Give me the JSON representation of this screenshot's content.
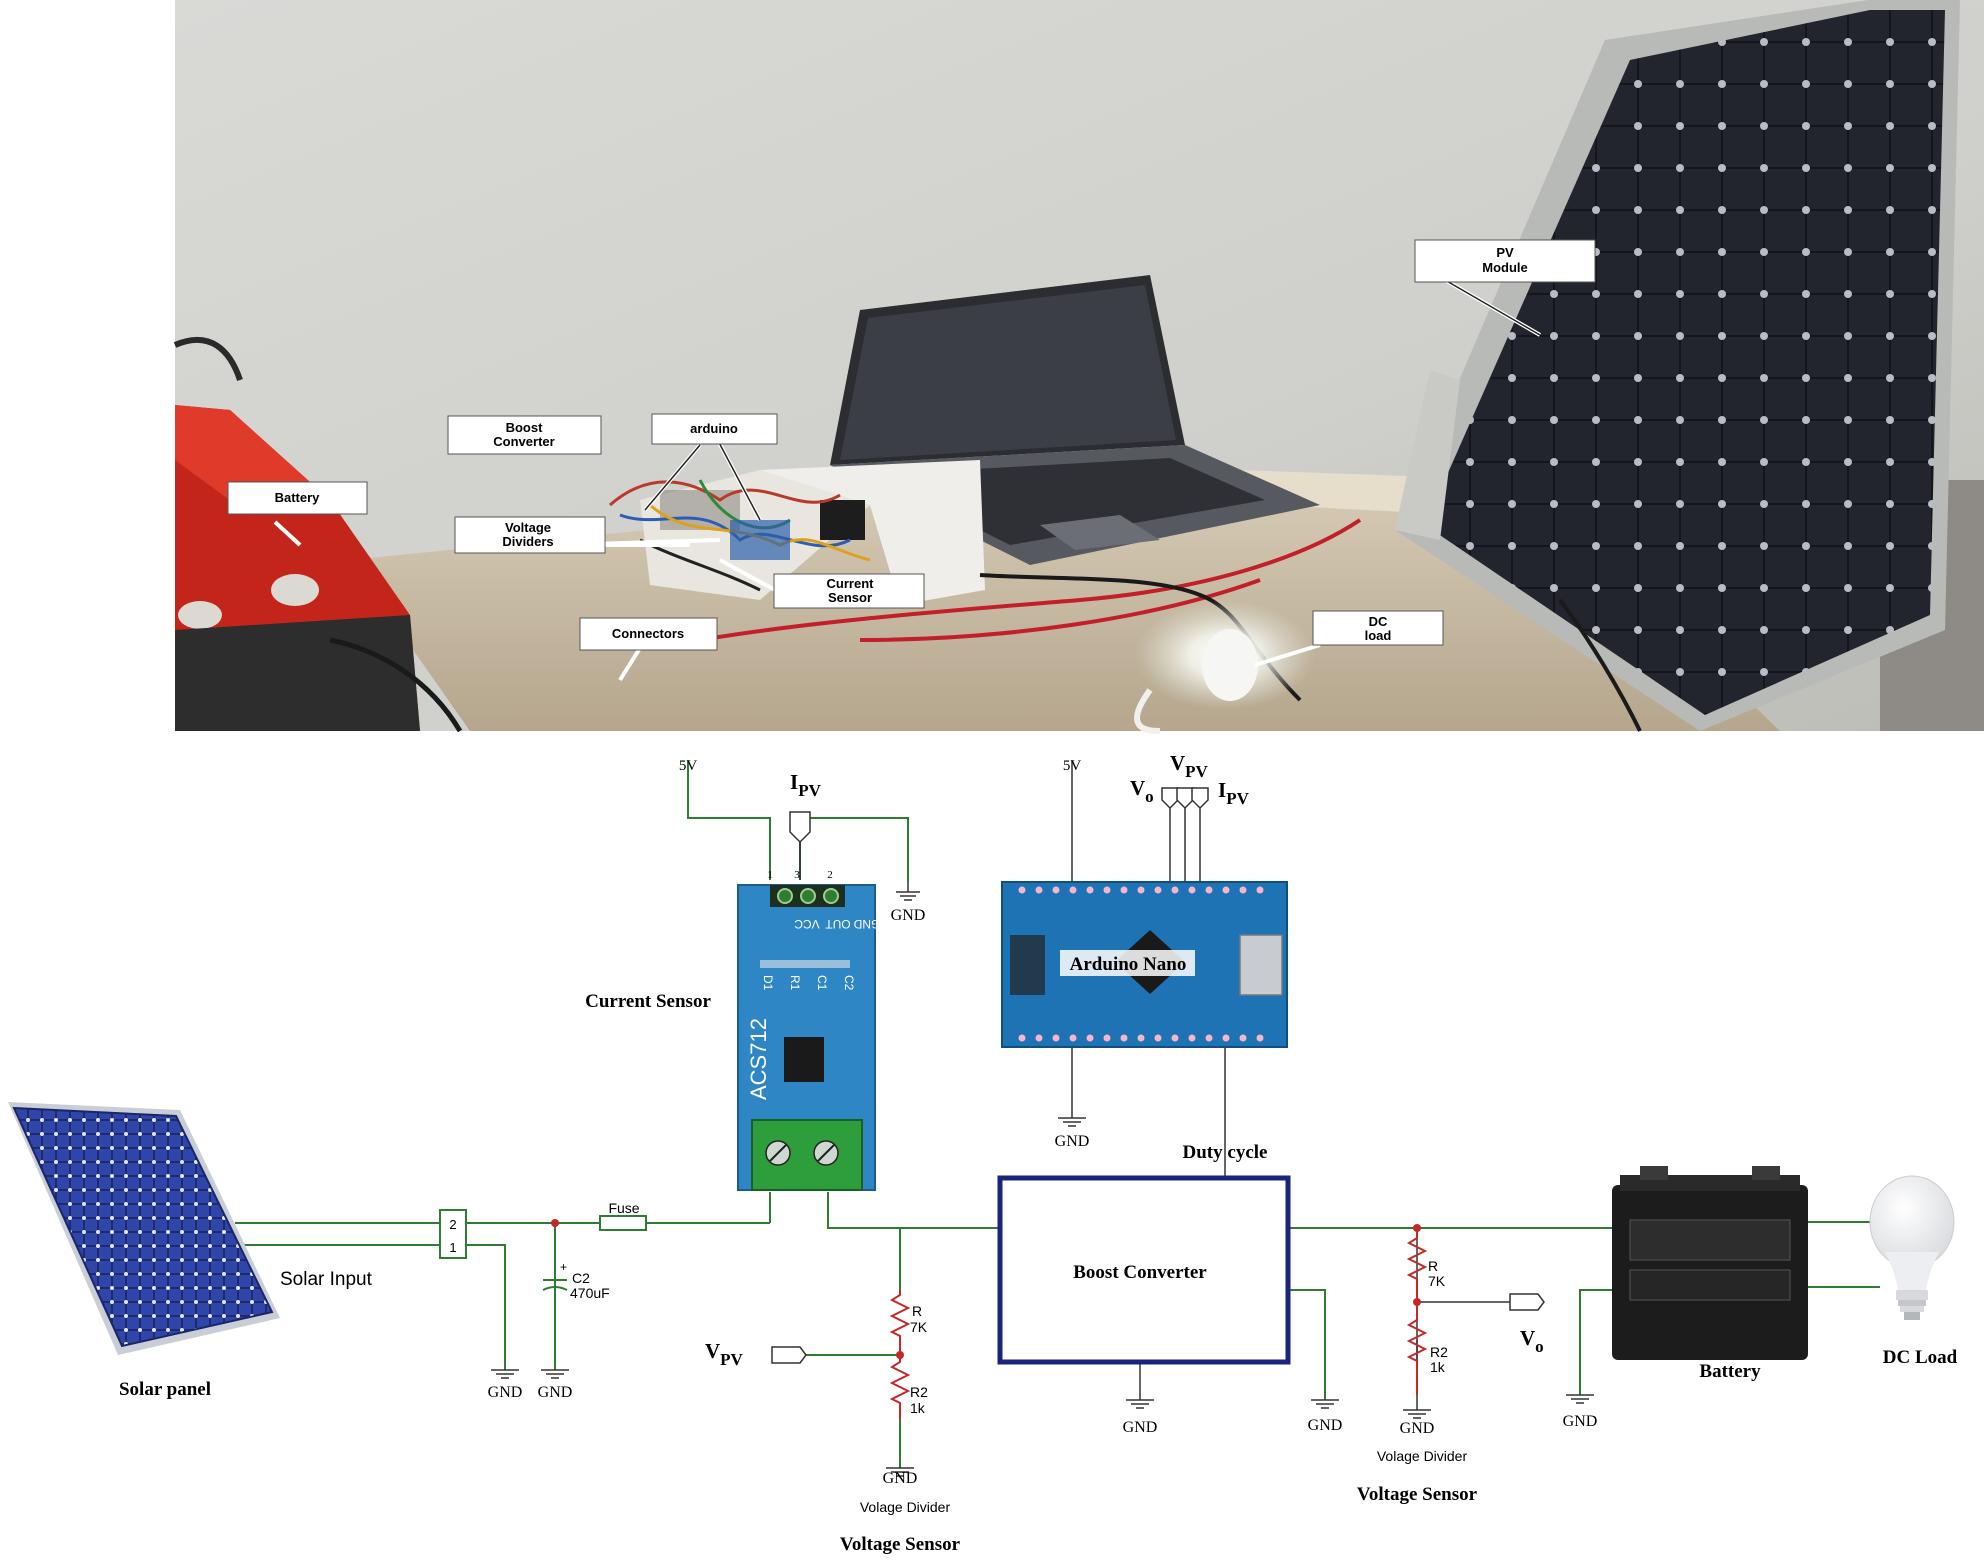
{
  "photo": {
    "callouts": {
      "pv_module": [
        "PV",
        "Module"
      ],
      "boost_converter": [
        "Boost",
        "Converter"
      ],
      "arduino": "arduino",
      "battery": "Battery",
      "voltage_dividers": [
        "Voltage",
        "Dividers"
      ],
      "current_sensor": [
        "Current",
        "Sensor"
      ],
      "connectors": "Connectors",
      "dc_load": [
        "DC",
        "load"
      ]
    }
  },
  "schematic": {
    "supply_5v": "5V",
    "gnd": "GND",
    "i_pv": {
      "main": "I",
      "sub": "PV"
    },
    "v_pv": {
      "main": "V",
      "sub": "PV"
    },
    "v_o": {
      "main": "V",
      "sub": "o"
    },
    "current_sensor_label": "Current Sensor",
    "acs712": "ACS712",
    "acs712_pins": [
      "GND",
      "OUT",
      "VCC"
    ],
    "acs712_pin_numbers": [
      "1",
      "3",
      "2"
    ],
    "acs712_parts": [
      "D1",
      "R1",
      "C1",
      "C2"
    ],
    "arduino_label": "Arduino Nano",
    "duty_cycle": "Duty cycle",
    "boost_converter": "Boost Converter",
    "fuse": "Fuse",
    "connector_pins": [
      "2",
      "1"
    ],
    "solar_input": "Solar Input",
    "solar_panel": "Solar panel",
    "capacitor": {
      "name": "C2",
      "value": "470uF",
      "polarity": "+"
    },
    "resistor_r": {
      "name": "R",
      "value": "7K"
    },
    "resistor_r2": {
      "name": "R2",
      "value": "1k"
    },
    "voltage_divider": "Volage Divider",
    "voltage_sensor": "Voltage Sensor",
    "battery": "Battery",
    "dc_load": "DC Load"
  }
}
